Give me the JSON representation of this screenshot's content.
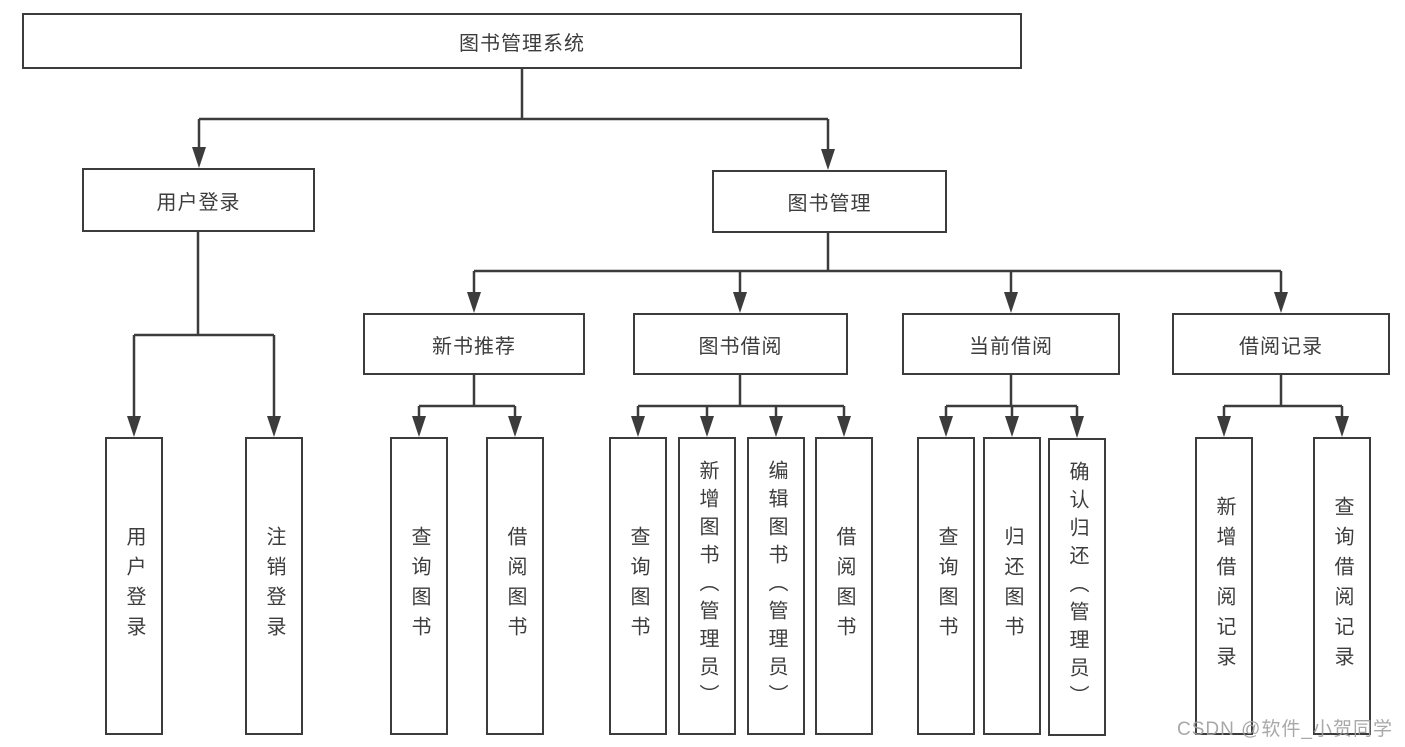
{
  "diagram": {
    "root": {
      "label": "图书管理系统"
    },
    "branches": [
      {
        "label": "用户登录",
        "children": [
          "用户登录",
          "注销登录"
        ]
      },
      {
        "label": "图书管理"
      }
    ],
    "modules": [
      {
        "label": "新书推荐",
        "children": [
          "查询图书",
          "借阅图书"
        ]
      },
      {
        "label": "图书借阅",
        "children": [
          "查询图书",
          "新增图书（管理员）",
          "编辑图书（管理员）",
          "借阅图书"
        ]
      },
      {
        "label": "当前借阅",
        "children": [
          "查询图书",
          "归还图书",
          "确认归还（管理员）"
        ]
      },
      {
        "label": "借阅记录",
        "children": [
          "新增借阅记录",
          "查询借阅记录"
        ]
      }
    ]
  },
  "watermark": "CSDN @软件_小贺同学",
  "colors": {
    "line": "#3c3c3c",
    "text": "#3d3d3d",
    "background": "#ffffff",
    "watermark": "#9e9e9e"
  }
}
